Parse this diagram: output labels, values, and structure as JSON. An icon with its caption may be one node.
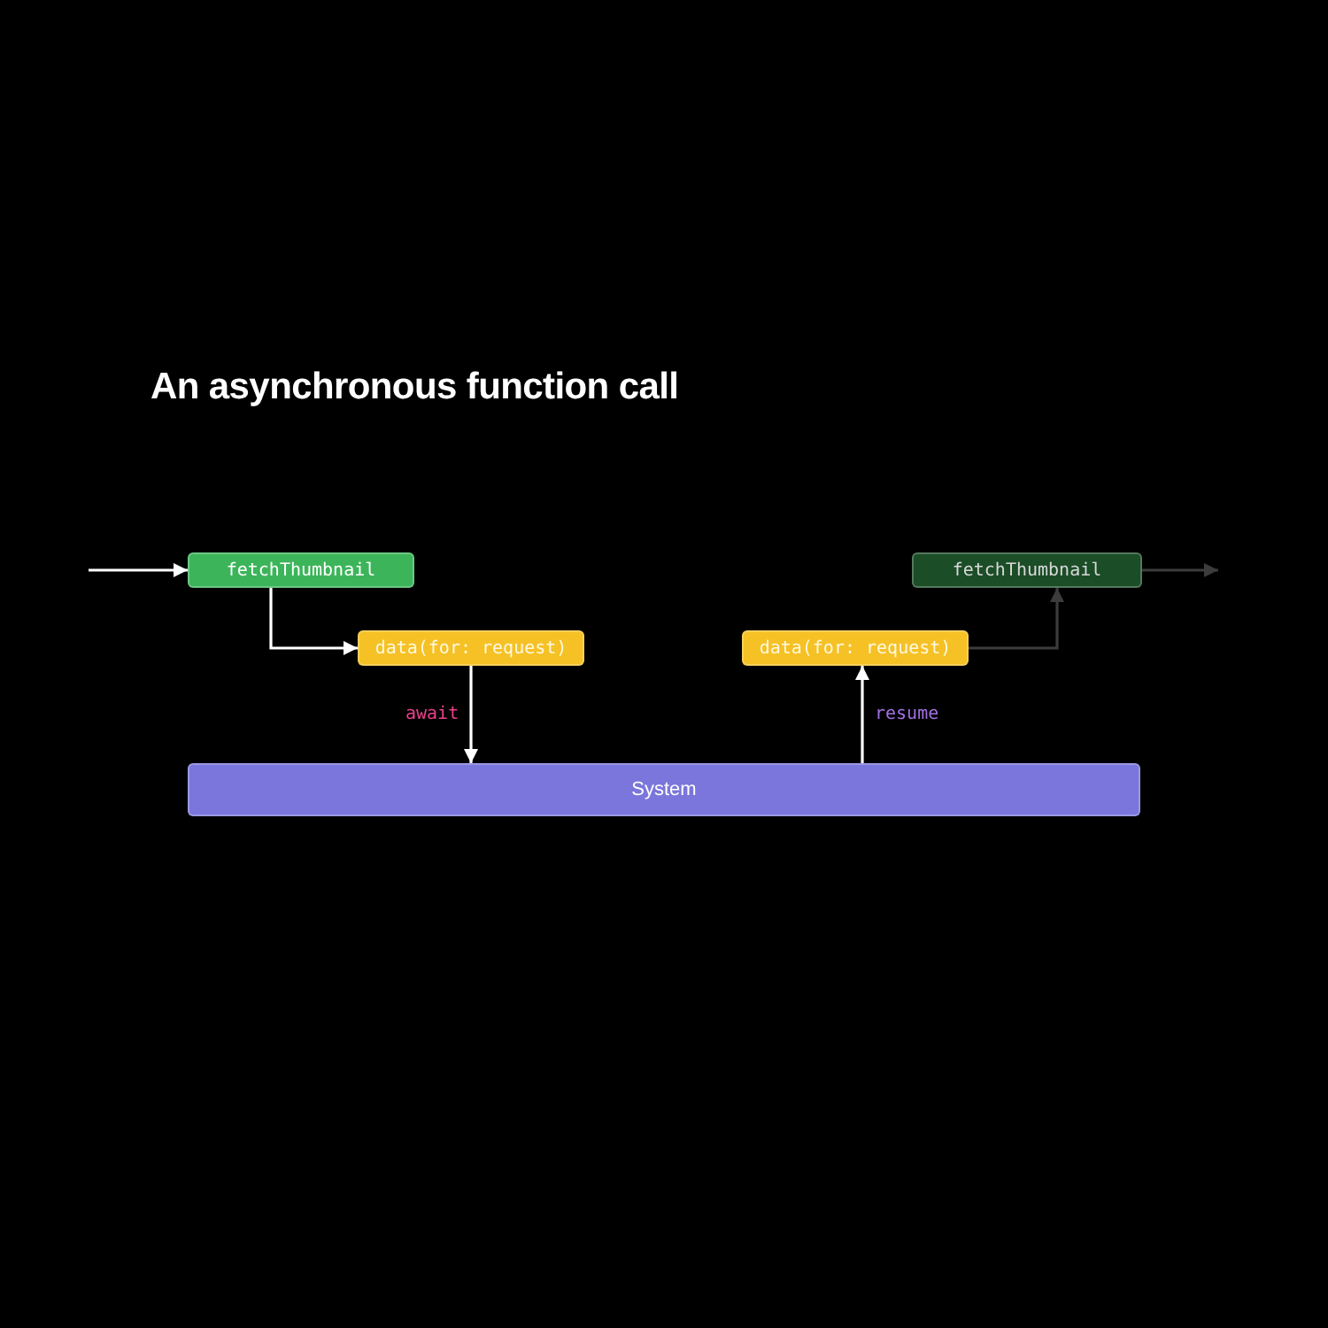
{
  "diagram": {
    "title": "An asynchronous function call",
    "nodes": [
      {
        "text": [
          "fetchThumbnail"
        ]
      },
      {
        "text": [
          "data(for: request)"
        ]
      },
      {
        "text": [
          "System"
        ]
      },
      {
        "text": [
          "data(for: request)"
        ]
      },
      {
        "text": [
          "fetchThumbnail"
        ]
      }
    ],
    "edges": [
      {
        "from": null,
        "to": 0,
        "arrow": "to"
      },
      {
        "from": 0,
        "to": 1,
        "arrow": "to"
      },
      {
        "from": 1,
        "to": 2,
        "arrow": "to",
        "label": "await"
      },
      {
        "from": 2,
        "to": 3,
        "arrow": "to",
        "label": "resume"
      },
      {
        "from": 3,
        "to": 4,
        "arrow": "to",
        "color": "#3c3c3c"
      },
      {
        "from": 4,
        "to": null,
        "arrow": "to",
        "color": "#3c3c3c"
      }
    ]
  }
}
